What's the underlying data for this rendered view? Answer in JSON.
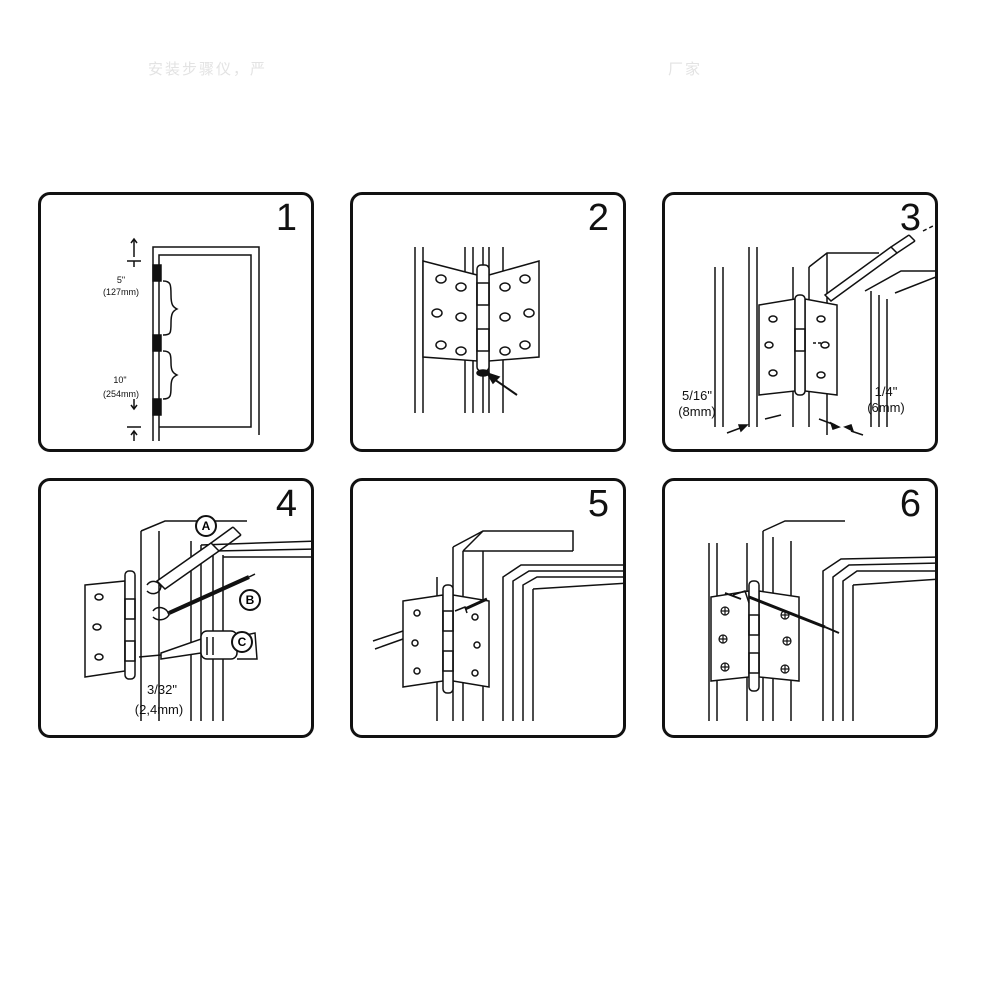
{
  "faint_text": {
    "left": "安装步骤仪，严",
    "right": "厂家"
  },
  "panels": [
    {
      "step": "1",
      "labels": {
        "top_gap": "5\"",
        "top_gap_mm": "(127mm)",
        "bottom_gap": "10\"",
        "bottom_gap_mm": "(254mm)"
      }
    },
    {
      "step": "2"
    },
    {
      "step": "3",
      "labels": {
        "left_inch": "5/16\"",
        "left_mm": "(8mm)",
        "right_inch": "1/4\"",
        "right_mm": "(6mm)"
      }
    },
    {
      "step": "4",
      "labels": {
        "a": "A",
        "b": "B",
        "c": "C",
        "drill_inch": "3/32\"",
        "drill_mm": "(2,4mm)"
      }
    },
    {
      "step": "5"
    },
    {
      "step": "6"
    }
  ]
}
